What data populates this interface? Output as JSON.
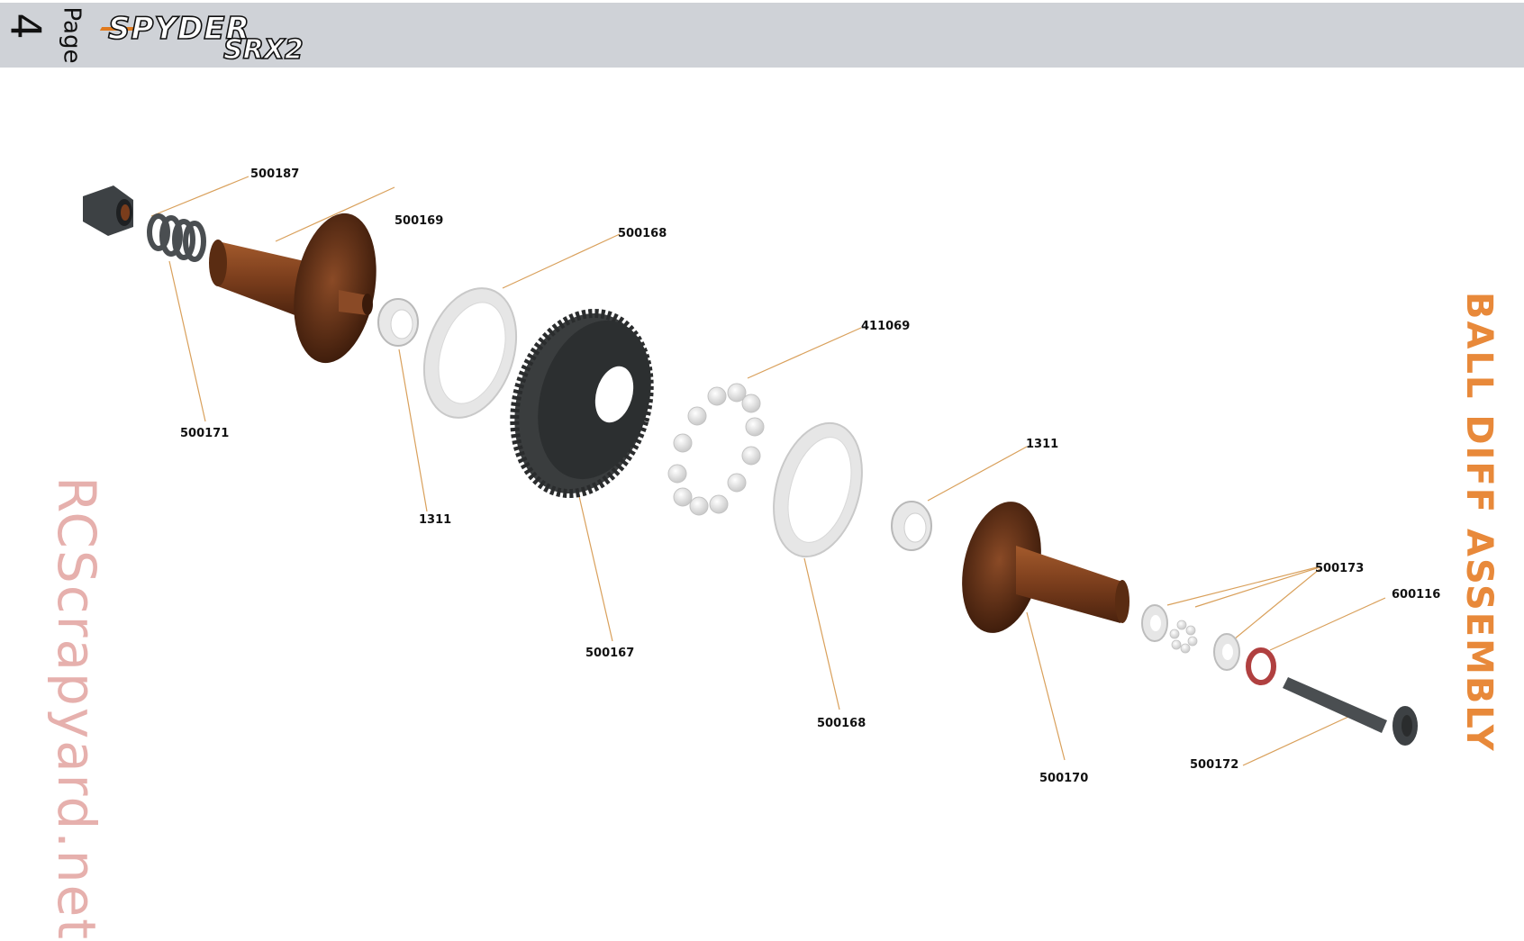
{
  "header": {
    "page_number": "4",
    "page_label": "Page",
    "logo": {
      "main": "SPYDER",
      "sub": "SRX2"
    }
  },
  "section_title": "BALL DIFF ASSEMBLY",
  "watermark": "RCScrapyard.net",
  "parts": [
    {
      "id": "p500187",
      "label": "500187"
    },
    {
      "id": "p500169",
      "label": "500169"
    },
    {
      "id": "p500168a",
      "label": "500168"
    },
    {
      "id": "p411069",
      "label": "411069"
    },
    {
      "id": "p500171",
      "label": "500171"
    },
    {
      "id": "p1311a",
      "label": "1311"
    },
    {
      "id": "p1311b",
      "label": "1311"
    },
    {
      "id": "p500173",
      "label": "500173"
    },
    {
      "id": "p600116",
      "label": "600116"
    },
    {
      "id": "p500167",
      "label": "500167"
    },
    {
      "id": "p500168b",
      "label": "500168"
    },
    {
      "id": "p500172",
      "label": "500172"
    },
    {
      "id": "p500170",
      "label": "500170"
    }
  ],
  "colors": {
    "header_bg": "#cfd2d7",
    "title": "#e8893a",
    "watermark": "#e6b0ad",
    "leader_line": "#d9a05b",
    "copper": "#7a3d1c",
    "gear": "#3a3d3e"
  }
}
